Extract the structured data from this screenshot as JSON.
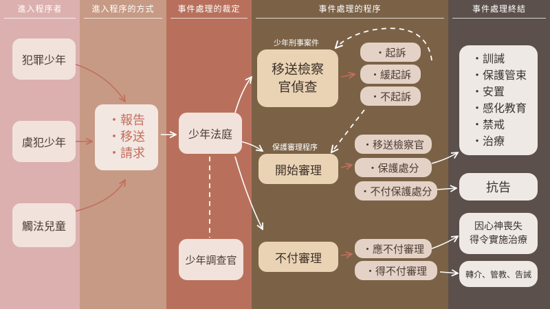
{
  "headers": [
    "進入程序者",
    "進入程序的方式",
    "事件處理的裁定",
    "事件處理的程序",
    "事件處理終結"
  ],
  "colors": {
    "col1": "#dcb0ae",
    "col2": "#c79a85",
    "col3": "#b8705c",
    "col4": "#7b6247",
    "col5": "#5c504c",
    "arrow_light": "#ffffff",
    "arrow_accent": "#c26e5b"
  },
  "entrants": [
    "犯罪少年",
    "虞犯少年",
    "觸法兒童"
  ],
  "methods": [
    "・報告",
    "・移送",
    "・請求"
  ],
  "ruling": {
    "court": "少年法庭",
    "investigator": "少年調查官"
  },
  "procedures": {
    "criminal_label": "少年刑事案件",
    "prosecutor": [
      "移送檢察",
      "官偵查"
    ],
    "prosecution_outcomes": [
      "・起訴",
      "・緩起訴",
      "・不起訴"
    ],
    "protective_label": "保護審理程序",
    "start_hearing": "開始審理",
    "hearing_outcomes": [
      "・移送檢察官",
      "・保護處分",
      "・不付保護處分"
    ],
    "no_hearing": "不付審理",
    "no_hearing_outcomes": [
      "・應不付審理",
      "・得不付審理"
    ]
  },
  "conclusions": {
    "measures": [
      "・訓誡",
      "・保護管束",
      "・安置",
      "・感化教育",
      "・禁戒",
      "・治療"
    ],
    "appeal": "抗告",
    "insanity": [
      "因心神喪失",
      "得令實施治療"
    ],
    "referral": "轉介、管教、告誡"
  }
}
